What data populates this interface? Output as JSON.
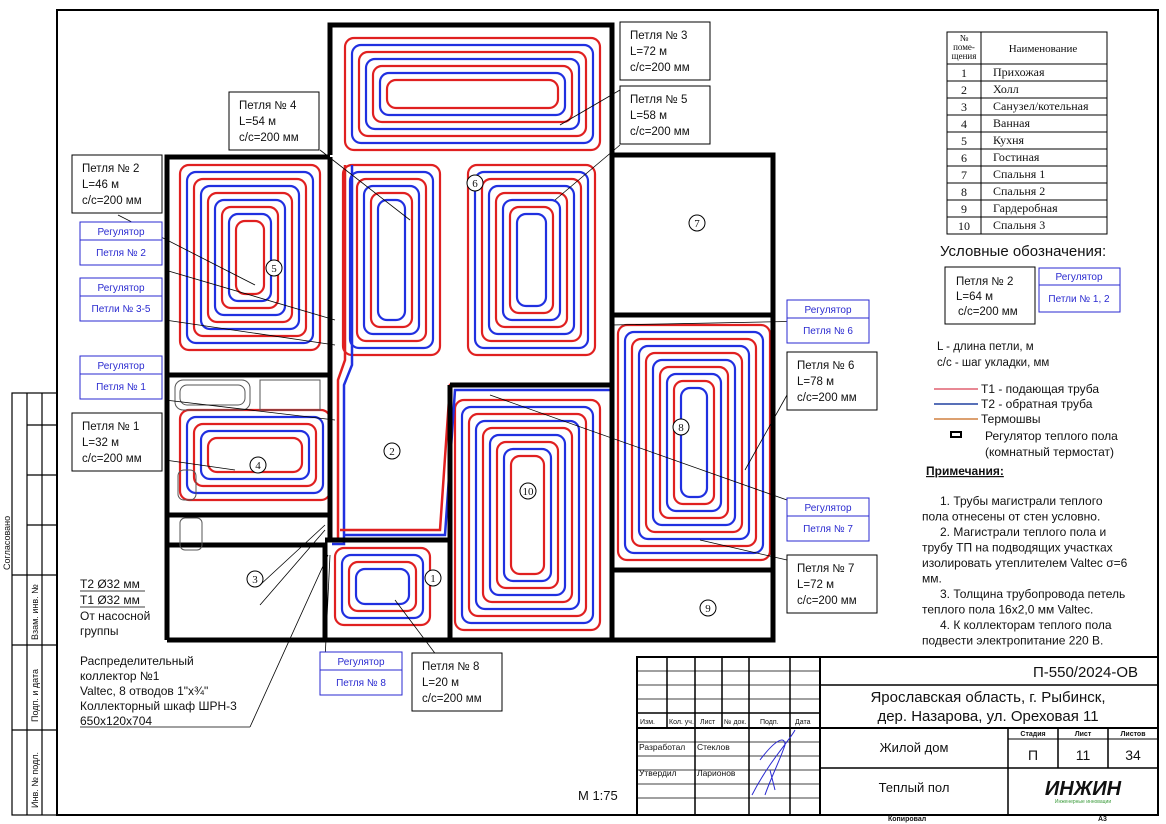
{
  "rooms_table": {
    "header_num": [
      "№",
      "поме-",
      "щения"
    ],
    "header_name": "Наименование",
    "rows": [
      {
        "num": "1",
        "name": "Прихожая"
      },
      {
        "num": "2",
        "name": "Холл"
      },
      {
        "num": "3",
        "name": "Санузел/котельная"
      },
      {
        "num": "4",
        "name": "Ванная"
      },
      {
        "num": "5",
        "name": "Кухня"
      },
      {
        "num": "6",
        "name": "Гостиная"
      },
      {
        "num": "7",
        "name": "Спальня 1"
      },
      {
        "num": "8",
        "name": "Спальня 2"
      },
      {
        "num": "9",
        "name": "Гардеробная"
      },
      {
        "num": "10",
        "name": "Спальня 3"
      }
    ]
  },
  "legend": {
    "title": "Условные обозначения:",
    "sample_loop": [
      "Петля № 2",
      "L=64 м",
      "c/c=200 мм"
    ],
    "sample_regulator": [
      "Регулятор",
      "Петли № 1, 2"
    ],
    "abbr": [
      "L - длина петли, м",
      "c/c - шаг укладки, мм"
    ],
    "lines": [
      {
        "label": "Т1 - подающая труба",
        "color": "#e06070"
      },
      {
        "label": "Т2 - обратная труба",
        "color": "#2040a0"
      },
      {
        "label": "Термошвы",
        "color": "#d08040"
      }
    ],
    "regulator_label": [
      "Регулятор теплого пола",
      "(комнатный термостат)"
    ]
  },
  "notes": {
    "title": "Примечания:",
    "lines": [
      "1.    Трубы магистрали теплого",
      "пола отнесены от стен условно.",
      "2.    Магистрали теплого пола и",
      "трубу ТП на подводящих участках",
      "изолировать утеплителем Valtec σ=6",
      "мм.",
      "3.    Толщина трубопровода петель",
      "теплого пола 16х2,0 мм Valtec.",
      "4.    К коллекторам теплого пола",
      "подвести электропитание 220 В."
    ]
  },
  "loops": [
    {
      "id": "3",
      "lines": [
        "Петля № 3",
        "L=72 м",
        "c/c=200 мм"
      ]
    },
    {
      "id": "4",
      "lines": [
        "Петля № 4",
        "L=54 м",
        "c/c=200 мм"
      ]
    },
    {
      "id": "5",
      "lines": [
        "Петля № 5",
        "L=58 м",
        "c/c=200 мм"
      ]
    },
    {
      "id": "2",
      "lines": [
        "Петля № 2",
        "L=46 м",
        "c/c=200 мм"
      ]
    },
    {
      "id": "1",
      "lines": [
        "Петля № 1",
        "L=32 м",
        "c/c=200 мм"
      ]
    },
    {
      "id": "6",
      "lines": [
        "Петля № 6",
        "L=78 м",
        "c/c=200 мм"
      ]
    },
    {
      "id": "7",
      "lines": [
        "Петля № 7",
        "L=72 м",
        "c/c=200 мм"
      ]
    },
    {
      "id": "8",
      "lines": [
        "Петля № 8",
        "L=20 м",
        "c/c=200 мм"
      ]
    }
  ],
  "regulators": [
    {
      "title": "Регулятор",
      "label": "Петля № 2"
    },
    {
      "title": "Регулятор",
      "label": "Петли № 3-5"
    },
    {
      "title": "Регулятор",
      "label": "Петля № 1"
    },
    {
      "title": "Регулятор",
      "label": "Петля № 6"
    },
    {
      "title": "Регулятор",
      "label": "Петля № 7"
    },
    {
      "title": "Регулятор",
      "label": "Петля № 8"
    }
  ],
  "room_markers": [
    "1",
    "2",
    "3",
    "4",
    "5",
    "6",
    "7",
    "8",
    "9",
    "10"
  ],
  "annotations": {
    "t2": "Т2 Ø32 мм",
    "t1": "Т1 Ø32 мм",
    "source": [
      "От насосной",
      "группы"
    ],
    "collector": [
      "Распределительный",
      "коллектор №1",
      "Valtec, 8 отводов 1\"x¾\"",
      "Коллекторный шкаф ШРН-3",
      "650x120x704"
    ],
    "scale": "М 1:75"
  },
  "title_block": {
    "code": "П-550/2024-ОВ",
    "address": [
      "Ярославская область, г. Рыбинск,",
      "дер. Назарова, ул. Ореховая 11"
    ],
    "col_headers": [
      "Изм.",
      "Кол. уч.",
      "Лист",
      "№ док.",
      "Подп.",
      "Дата"
    ],
    "developed_label": "Разработал",
    "developed_name": "Стеклов",
    "approved_label": "Утвердил",
    "approved_name": "Ларионов",
    "object": "Жилой дом",
    "sheet_title": "Теплый пол",
    "stage_header": "Стадия",
    "sheet_header": "Лист",
    "sheets_header": "Листов",
    "stage": "П",
    "sheet": "11",
    "sheets": "34",
    "logo": "ИНЖИН",
    "logo_sub": "Инженерные инновации",
    "copied": "Копировал",
    "format": "А3"
  },
  "side_stamp": [
    "Согласовано",
    "Взам. инв. №",
    "Подп. и дата",
    "Инв. № подл."
  ],
  "colors": {
    "supply": "#e02020",
    "return": "#2030e0",
    "regulator": "#2a2ad0"
  }
}
